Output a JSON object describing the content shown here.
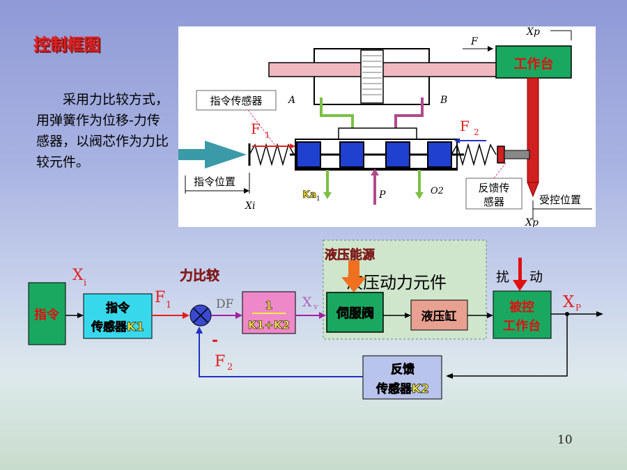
{
  "title": "控制框图",
  "description": "采用力比较方式，用弹簧作为位移-力传感器，以阀芯作为力比较元件。",
  "page_number": "10",
  "mechanism": {
    "xp_top": "Xp",
    "f_label": "F",
    "worktable": "工作台",
    "cmd_sensor": "指令传感器",
    "a_label": "A",
    "b_label": "B",
    "f1_base": "F",
    "f1_sub": "1",
    "f2_base": "F",
    "f2_sub": "2",
    "cmd_position": "指令位置",
    "xi": "Xi",
    "ka": "Ka",
    "o1_sub": "1",
    "p_label": "P",
    "o2": "O2",
    "fb_sensor_1": "反馈传",
    "fb_sensor_2": "感器",
    "controlled_position": "受控位置",
    "xp_bottom": "Xp"
  },
  "block_diagram": {
    "hydraulic_source": "液压能源",
    "power_unit_text": "液压动力元件",
    "disturb_1": "扰",
    "disturb_2": "动",
    "xi_base": "X",
    "xi_sub": "i",
    "force_compare": "力比较",
    "cmd": "指令",
    "cmd_sensor_1": "指令",
    "cmd_sensor_2": "传感器K1",
    "f1_base": "F",
    "f1_sub": "1",
    "df": "DF",
    "gain_num": "1",
    "gain_den": "K1+K2",
    "xv_base": "X",
    "xv_sub": "v",
    "servo_valve": "伺服阀",
    "cylinder": "液压缸",
    "controlled_table_1": "被控",
    "controlled_table_2": "工作台",
    "xp_base": "X",
    "xp_sub": "P",
    "minus": "-",
    "f2_base": "F",
    "f2_sub": "2",
    "fb_sensor_1": "反馈",
    "fb_sensor_2": "传感器K2"
  }
}
